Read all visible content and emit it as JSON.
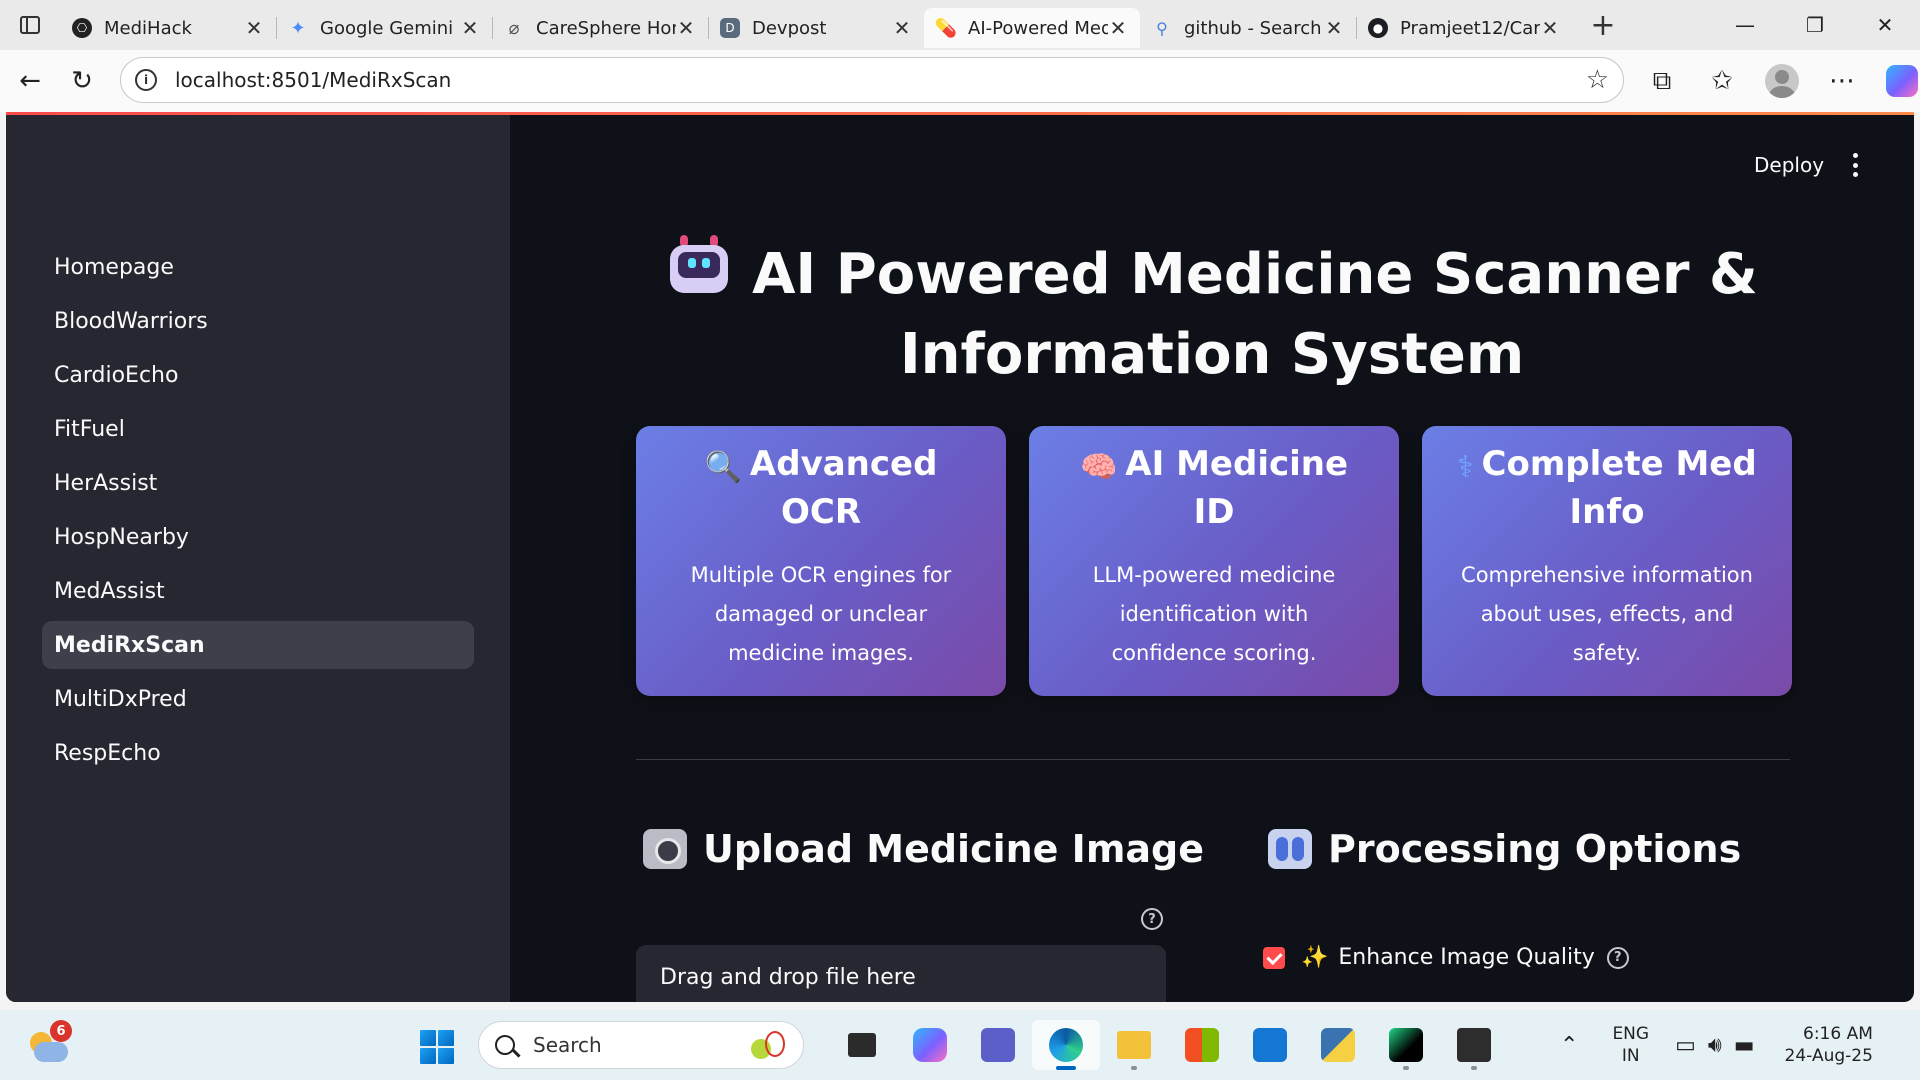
{
  "browser": {
    "tabs": [
      {
        "label": "MediHack",
        "favicon": "openai-icon",
        "active": false
      },
      {
        "label": "Google Gemini",
        "favicon": "gemini-icon",
        "active": false
      },
      {
        "label": "CareSphere Hom",
        "favicon": "loading-icon",
        "active": false
      },
      {
        "label": "Devpost",
        "favicon": "devpost-icon",
        "active": false
      },
      {
        "label": "AI-Powered Medi",
        "favicon": "pill-icon",
        "active": true
      },
      {
        "label": "github - Search",
        "favicon": "search-icon",
        "active": false
      },
      {
        "label": "Pramjeet12/Car",
        "favicon": "github-icon",
        "active": false
      }
    ],
    "url": "localhost:8501/MediRxScan"
  },
  "app": {
    "header": {
      "deploy_label": "Deploy"
    },
    "sidebar": {
      "items": [
        {
          "label": "Homepage",
          "active": false
        },
        {
          "label": "BloodWarriors",
          "active": false
        },
        {
          "label": "CardioEcho",
          "active": false
        },
        {
          "label": "FitFuel",
          "active": false
        },
        {
          "label": "HerAssist",
          "active": false
        },
        {
          "label": "HospNearby",
          "active": false
        },
        {
          "label": "MedAssist",
          "active": false
        },
        {
          "label": "MediRxScan",
          "active": true
        },
        {
          "label": "MultiDxPred",
          "active": false
        },
        {
          "label": "RespEcho",
          "active": false
        }
      ]
    },
    "title_line1": "AI Powered Medicine Scanner &",
    "title_line2": "Information System",
    "cards": [
      {
        "emoji": "🔍",
        "title_line1": "Advanced",
        "title_line2": "OCR",
        "desc_lines": [
          "Multiple OCR engines for",
          "damaged or unclear",
          "medicine images."
        ]
      },
      {
        "emoji": "🧠",
        "title_line1": "AI Medicine",
        "title_line2": "ID",
        "desc_lines": [
          "LLM-powered medicine",
          "identification with",
          "confidence scoring."
        ]
      },
      {
        "emoji": "⚕",
        "title_line1": "Complete Med",
        "title_line2": "Info",
        "desc_lines": [
          "Comprehensive information",
          "about uses, effects, and",
          "safety."
        ]
      }
    ],
    "upload": {
      "heading": "Upload Medicine Image",
      "dropzone_text": "Drag and drop file here"
    },
    "processing": {
      "heading": "Processing Options",
      "option_enhance": "Enhance Image Quality",
      "option_enhance_checked": true
    }
  },
  "taskbar": {
    "weather_badge": "6",
    "search_placeholder": "Search",
    "lang_line1": "ENG",
    "lang_line2": "IN",
    "time": "6:16 AM",
    "date": "24-Aug-25"
  },
  "colors": {
    "app_bg": "#0e1117",
    "sidebar_bg": "#262730",
    "accent": "#ff4b4b",
    "card_gradient_start": "#6b7fe6",
    "card_gradient_end": "#7a4aa8"
  }
}
